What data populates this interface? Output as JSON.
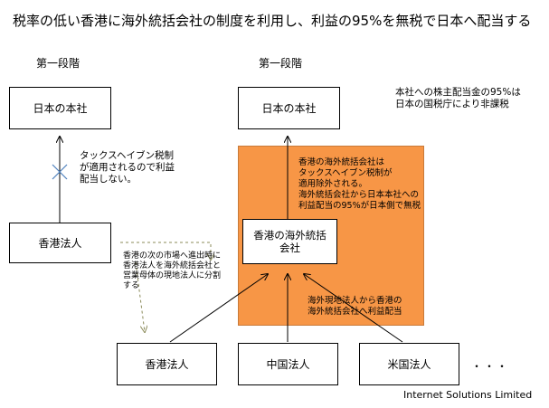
{
  "title": "税率の低い香港に海外統括会社の制度を利用し、利益の95%を無税で日本へ配当する",
  "left": {
    "stage_heading": "第一段階",
    "head_office": "日本の本社",
    "hk_corp": "香港法人",
    "blocked_note": "タックスヘイブン税制\nが適用されるので利益\n配当しない。",
    "split_note": "香港の次の市場へ進出時に\n香港法人を海外統括会社と\n営業母体の現地法人に分割\nする"
  },
  "right": {
    "stage_heading": "第一段階",
    "head_office": "日本の本社",
    "dividend_note": "本社への株主配当金の95%は\n日本の国税庁により非課税",
    "hq_box": "香港の海外統括\n会社",
    "excluded_note": "香港の海外統括会社は\nタックスヘイブン税制が\n適用除外される。\n海外統括会社から日本本社への\n利益配当の95%が日本側で無税",
    "subsidiary_note": "海外現地法人から香港の\n海外統括会社へ利益配当",
    "subsidiaries": [
      "香港法人",
      "中国法人",
      "米国法人"
    ],
    "ellipsis": "・・・",
    "company_name": "Internet Solutions Limited"
  },
  "colors": {
    "highlight": "#F79646",
    "arrow_dashed": "#8B8B5A",
    "cross": "#4F81BD"
  }
}
